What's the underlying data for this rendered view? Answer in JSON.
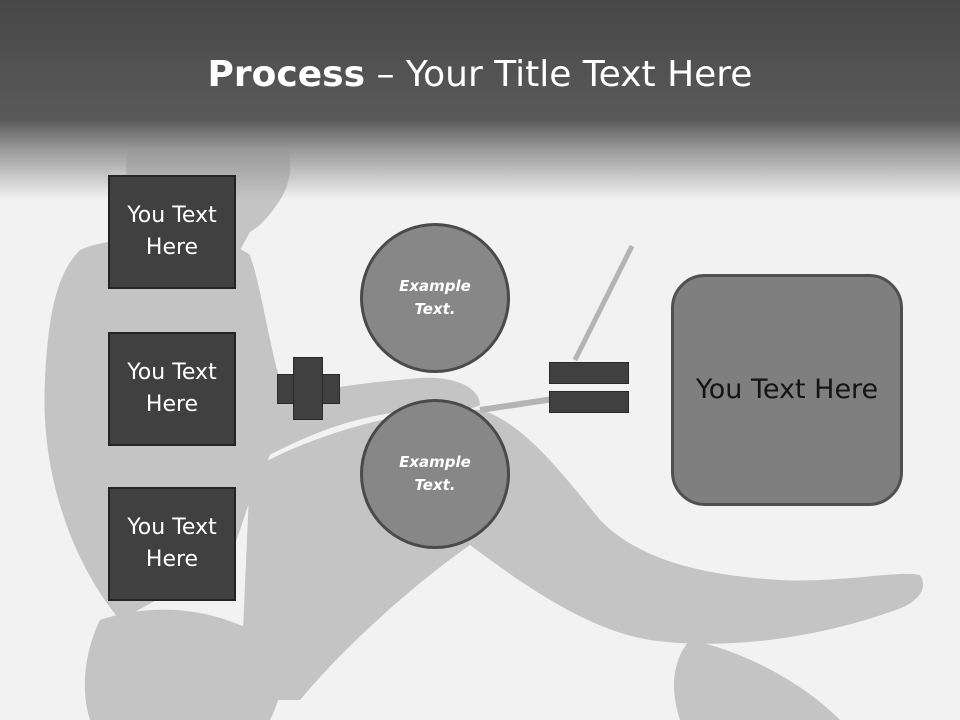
{
  "slide": {
    "title_bold": "Process",
    "title_dash": " – ",
    "title_rest": "Your Title Text Here",
    "left_boxes": [
      {
        "text": "You Text Here"
      },
      {
        "text": "You Text Here"
      },
      {
        "text": "You Text Here"
      }
    ],
    "circles": [
      {
        "text": "Example Text."
      },
      {
        "text": "Example Text."
      }
    ],
    "result_text": "You Text Here"
  },
  "colors": {
    "title_band": "#474747",
    "box_fill": "#404040",
    "circle_fill": "#878787",
    "result_fill": "#7f7f7f",
    "operator_fill": "#404040"
  },
  "icons": {
    "operator_1": "plus-icon",
    "operator_2": "equals-icon"
  }
}
